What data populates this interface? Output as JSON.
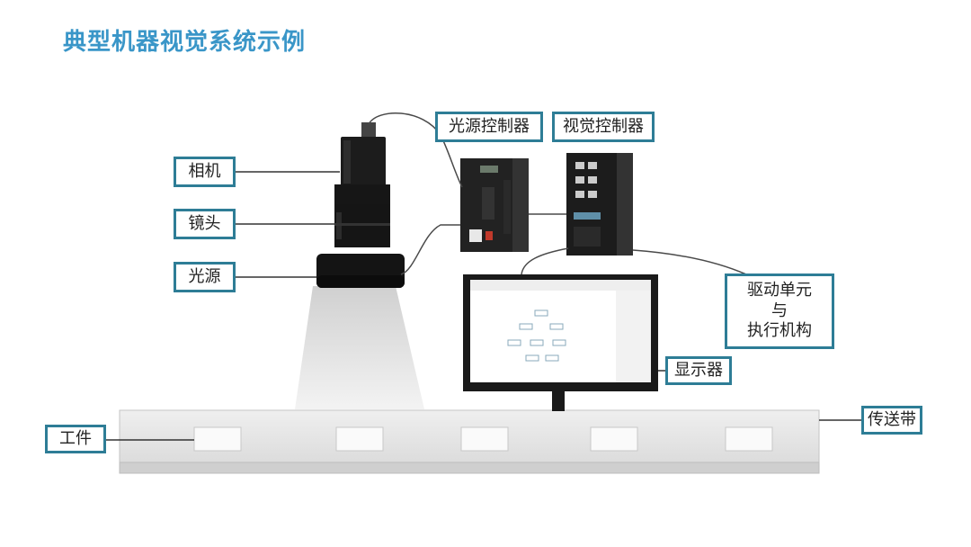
{
  "title": "典型机器视觉系统示例",
  "labels": {
    "camera": "相机",
    "lens": "镜头",
    "light_source": "光源",
    "light_controller": "光源控制器",
    "vision_controller": "视觉控制器",
    "drive_unit_line1": "驱动单元",
    "drive_unit_line2": "与",
    "drive_unit_line3": "执行机构",
    "display": "显示器",
    "workpiece": "工件",
    "conveyor": "传送带"
  },
  "colors": {
    "title": "#3a96c8",
    "label_border": "#2e7d96",
    "conveyor": "#e2e2e2",
    "device": "#1e1e1e"
  }
}
